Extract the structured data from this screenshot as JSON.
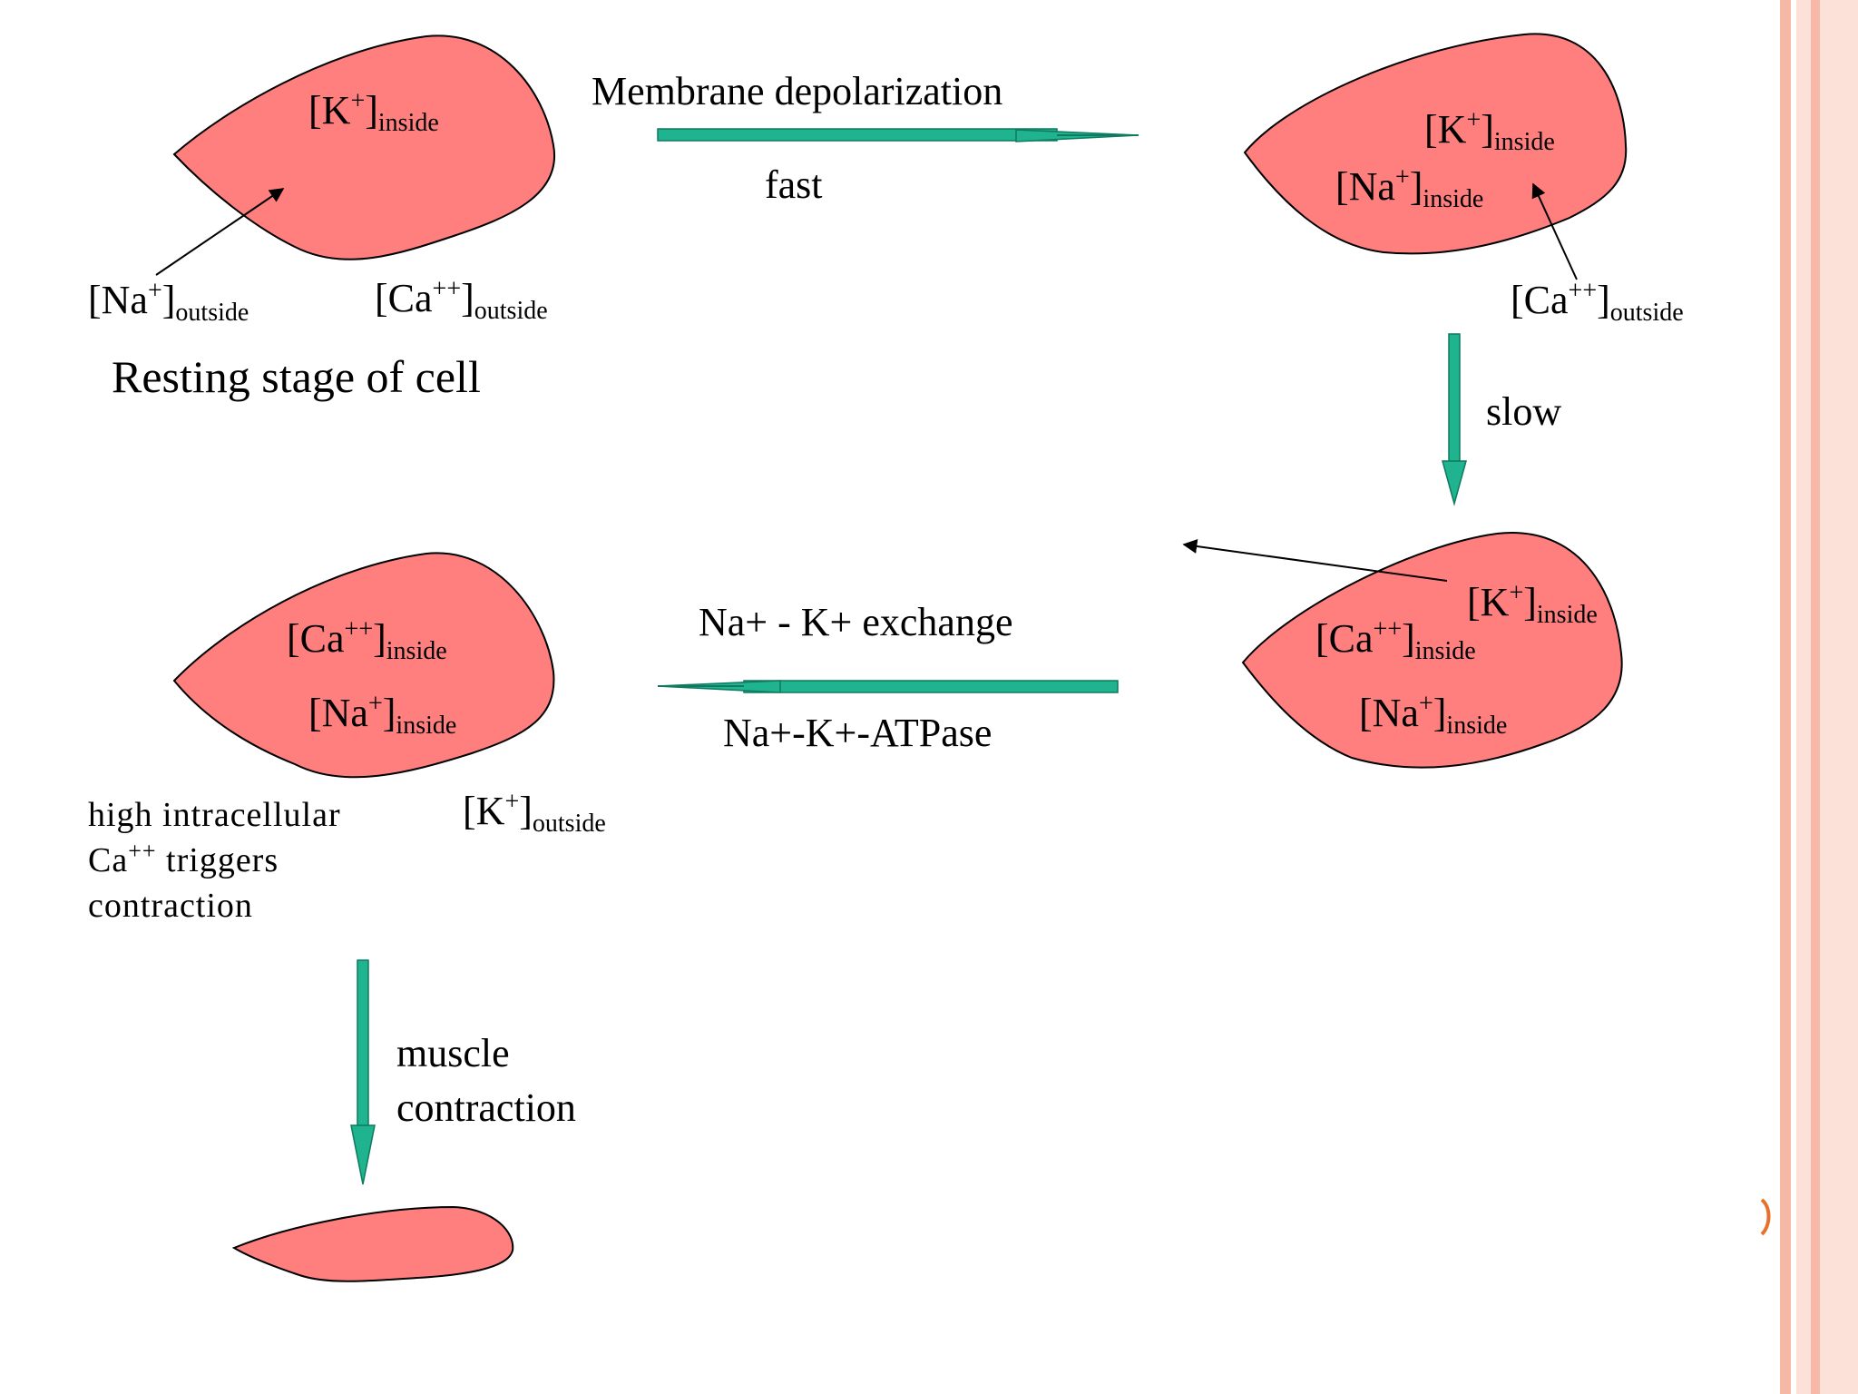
{
  "colors": {
    "cell_fill": "#FF7F7F",
    "cell_stroke": "#000000",
    "arrow_fill": "#1FB38F",
    "arrow_stroke": "#0E7A5F",
    "border_pink": "#F6B9A8",
    "border_light": "#FBE1D8",
    "accent": "#E8702A"
  },
  "top_arrow": {
    "label": "Membrane depolarization",
    "speed": "fast"
  },
  "right_arrow": {
    "speed": "slow"
  },
  "middle_arrow": {
    "label": "Na+ - K+ exchange",
    "enzyme": "Na+-K+-ATPase"
  },
  "bottom_arrow": {
    "line1": "muscle",
    "line2": "contraction"
  },
  "cell_resting": {
    "k_inside": {
      "base": "[K",
      "sup": "+",
      "close": "]",
      "sub": "inside"
    },
    "na_outside": {
      "base": "[Na",
      "sup": "+",
      "close": "]",
      "sub": "outside"
    },
    "ca_outside": {
      "base": "[Ca",
      "sup": "++",
      "close": "]",
      "sub": "outside"
    },
    "caption": "Resting stage of cell"
  },
  "cell_depolarized": {
    "k_inside": {
      "base": "[K",
      "sup": "+",
      "close": "]",
      "sub": "inside"
    },
    "na_inside": {
      "base": "[Na",
      "sup": "+",
      "close": "]",
      "sub": "inside"
    },
    "ca_outside": {
      "base": "[Ca",
      "sup": "++",
      "close": "]",
      "sub": "outside"
    }
  },
  "cell_calcium_in": {
    "k_inside": {
      "base": "[K",
      "sup": "+",
      "close": "]",
      "sub": "inside"
    },
    "ca_inside": {
      "base": "[Ca",
      "sup": "++",
      "close": "]",
      "sub": "inside"
    },
    "na_inside": {
      "base": "[Na",
      "sup": "+",
      "close": "]",
      "sub": "inside"
    }
  },
  "cell_exchanged": {
    "ca_inside": {
      "base": "[Ca",
      "sup": "++",
      "close": "]",
      "sub": "inside"
    },
    "na_inside": {
      "base": "[Na",
      "sup": "+",
      "close": "]",
      "sub": "inside"
    },
    "k_outside": {
      "base": "[K",
      "sup": "+",
      "close": "]",
      "sub": "outside"
    },
    "caption_line1": "high intracellular",
    "caption_line2_base": "Ca",
    "caption_line2_sup": "++",
    "caption_line2_rest": " triggers",
    "caption_line3": "contraction"
  }
}
